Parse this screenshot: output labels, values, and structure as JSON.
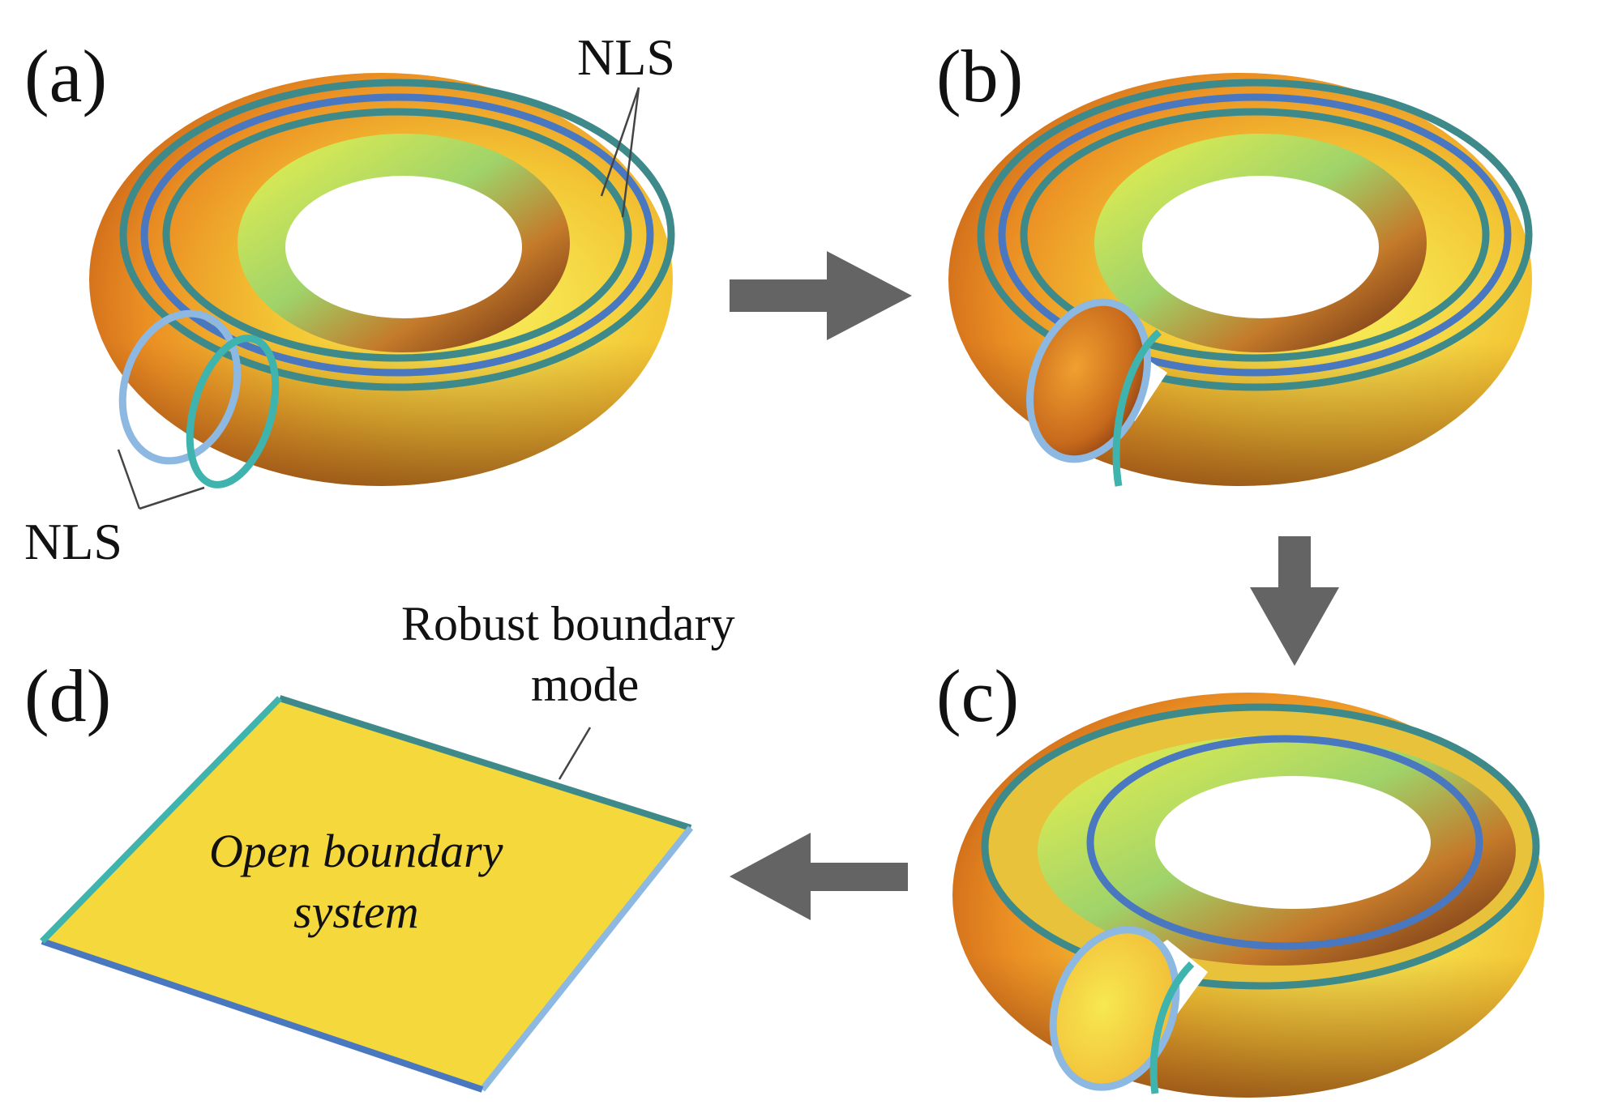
{
  "panels": {
    "a": "(a)",
    "b": "(b)",
    "c": "(c)",
    "d": "(d)"
  },
  "annotations": {
    "nls_top": "NLS",
    "nls_bottom": "NLS",
    "robust_line1": "Robust boundary",
    "robust_line2": "mode",
    "open_line1": "Open boundary",
    "open_line2": "system"
  },
  "colors": {
    "surface_light": "#f6f25a",
    "surface_mid": "#f2a628",
    "surface_dark": "#6b2a10",
    "sheet_fill": "#f5d93c",
    "loop_blue": "#4a78c0",
    "loop_teal": "#3e8a8a",
    "loop_light_blue": "#8cb8e2",
    "loop_cyan": "#3fb3ad",
    "arrow_gray": "#646464"
  },
  "arrows": [
    "right",
    "down",
    "left"
  ]
}
